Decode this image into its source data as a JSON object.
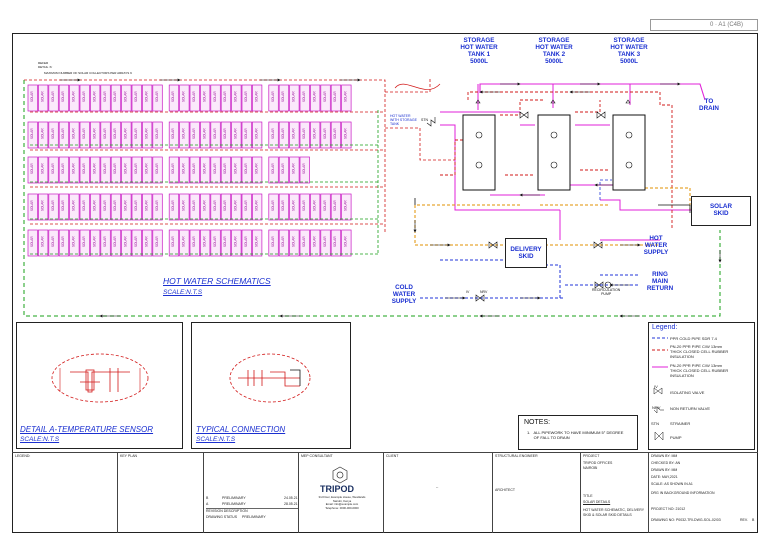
{
  "top_box_text": "0 · A1 (C4B)",
  "header_notes": {
    "refer_detail": "REFER\nDETAIL 'A'",
    "max_collectors": "MAXIMUM NUMBER OF SOLAR COLLECTORS PER ARRAYS 9"
  },
  "solar_panel_label": "SOLAR",
  "tanks": [
    {
      "label": "STORAGE\nHOT WATER\nTANK 1\n5000L"
    },
    {
      "label": "STORAGE\nHOT WATER\nTANK 2\n5000L"
    },
    {
      "label": "STORAGE\nHOT WATER\nTANK 3\n5000L"
    }
  ],
  "to_drain": "TO\nDRAIN",
  "hw_with_storage_tank": "HOT WATER\nWITH STORAGE\nTANK",
  "solar_skid": "SOLAR\nSKID",
  "delivery_skid": "DELIVERY\nSKID",
  "hot_water_supply": "HOT\nWATER\nSUPPLY",
  "ring_main_return": "RING\nMAIN\nRETURN",
  "cold_water_supply": "COLD\nWATER\nSUPPLY",
  "recirculation_pump": "RECIRCULATION\nPUMP",
  "valve_tags": {
    "strainer": "STN",
    "isolating": "IV",
    "nrv": "NRV"
  },
  "schematic_title": "HOT WATER SCHEMATICS",
  "schematic_scale": "SCALE:N.T.S",
  "detail_a_title": "DETAIL A-TEMPERATURE SENSOR",
  "detail_a_scale": "SCALE:N.T.S",
  "typical_title": "TYPICAL CONNECTION",
  "typical_scale": "SCALE:N.T.S",
  "notes": {
    "heading": "NOTES:",
    "items": [
      "1.   ALL PIPEWORK TO HAVE MINIMUM 5° DEGREE\n      OF FALL TO DRAIN"
    ]
  },
  "legend": {
    "heading": "Legend:",
    "rows": [
      {
        "text": "PPR COLD PIPE SDR 7.4"
      },
      {
        "text": "PN-20 PPR PIPE C/W 13mm\nTHICK CLOSED CELL RUBBER\nINSULATION"
      },
      {
        "text": "PN-20 PPR PIPE C/W 13mm\nTHICK CLOSED CELL RUBBER\nINSULATION"
      },
      {
        "text": "ISOLATING VALVE",
        "tag": "IV"
      },
      {
        "text": "NON RETURN VALVE",
        "tag": "NRV"
      },
      {
        "text": "STRAINER",
        "tag": "STN"
      },
      {
        "text": "PUMP"
      }
    ]
  },
  "title_block": {
    "legend_lbl": "LEGEND:",
    "key_lbl": "KEY PLAN",
    "rev_rows": [
      {
        "no": "B",
        "desc": "PRELIMINARY",
        "date": "24.05.21"
      },
      {
        "no": "A",
        "desc": "PRELIMINARY",
        "date": "28.05.21"
      }
    ],
    "rev_header": "REVISION   DESCRIPTION",
    "drawing_status_lbl": "DRAWING STATUS",
    "drawing_status": "PRELIMINARY",
    "consultant_lbl": "MEP CONSULTANT",
    "company": "TRIPOD",
    "company_addr": "3rd Floor, Example House, Westlands\nNairobi, Kenya\nEmail: info@example.com\nTelephone: 0000-000-0000",
    "client_lbl": "CLIENT",
    "client_dash": "--",
    "structural_lbl": "STRUCTURAL ENGINEER",
    "architect_lbl": "ARCHITECT",
    "project_lbl": "PROJECT",
    "project_name": "TRIPOD OFFICES",
    "project_sub": "NAIROBI",
    "title_lbl": "TITLE",
    "title_text": "SOLAR DETAILS",
    "title_sub": "HOT WATER SCHEMATIC, DELIVERY\nSKID & SOLAR SKID DETAILS",
    "drawn_by": "DRAWN BY:  MM",
    "checked_by": "CHECKED BY:  AN",
    "approved_by": "DRAWN BY:  MM",
    "date": "DATE:  MAY,2021",
    "scale": "SCALE:  AS SHOWN  IN  A1",
    "copyright": "DRG IN BACKGROUND INFORMATION",
    "project_no": "PROJECT NO: 21012",
    "drawing_no": "DRAWING NO: P0032-TRI-DWG-SOL-02/03",
    "rev_lbl": "REV.",
    "rev_val": "B"
  }
}
